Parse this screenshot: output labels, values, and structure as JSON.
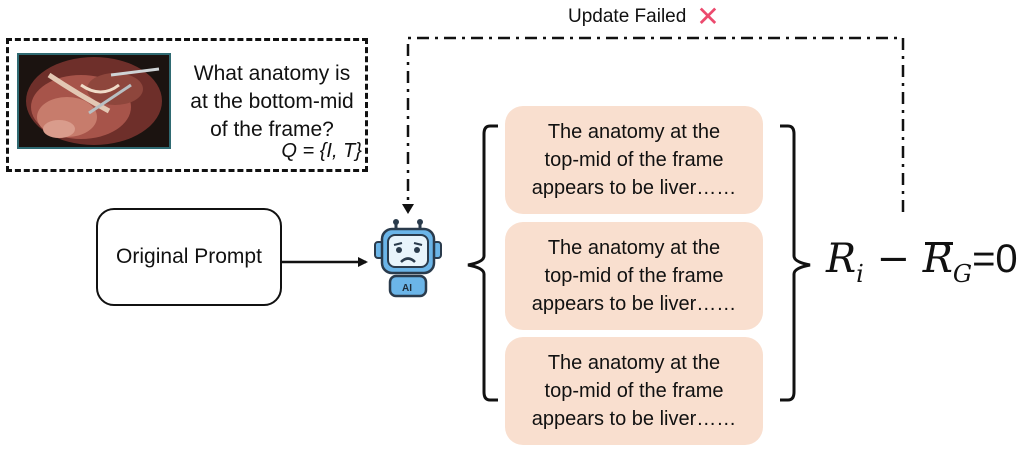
{
  "update_failed": {
    "label": "Update Failed",
    "icon": "cross-mark-icon",
    "icon_glyph": "✕",
    "icon_color": "#ec4a6e"
  },
  "query": {
    "question_lines": [
      "What anatomy is",
      "at the bottom-mid",
      "of the frame?"
    ],
    "formula": "Q = {I, T}"
  },
  "prompt": {
    "label": "Original Prompt"
  },
  "robot": {
    "badge": "AI",
    "icon": "sad-robot-icon"
  },
  "responses": [
    {
      "lines": [
        "The anatomy at the",
        "top-mid of the frame",
        "appears to be liver……"
      ]
    },
    {
      "lines": [
        "The anatomy at the",
        "top-mid of the frame",
        "appears to be liver……"
      ]
    },
    {
      "lines": [
        "The anatomy at the",
        "top-mid of the frame",
        "appears to be liver……"
      ]
    }
  ],
  "reward_formula": {
    "r_i": "R",
    "i_sub": "i",
    "minus": " − ",
    "r_g": "R",
    "g_sub": "G",
    "equals": "=0"
  },
  "colors": {
    "response_fill": "#f9dfcf",
    "robot_body": "#6bb5e8",
    "robot_face": "#e8f4fb"
  }
}
